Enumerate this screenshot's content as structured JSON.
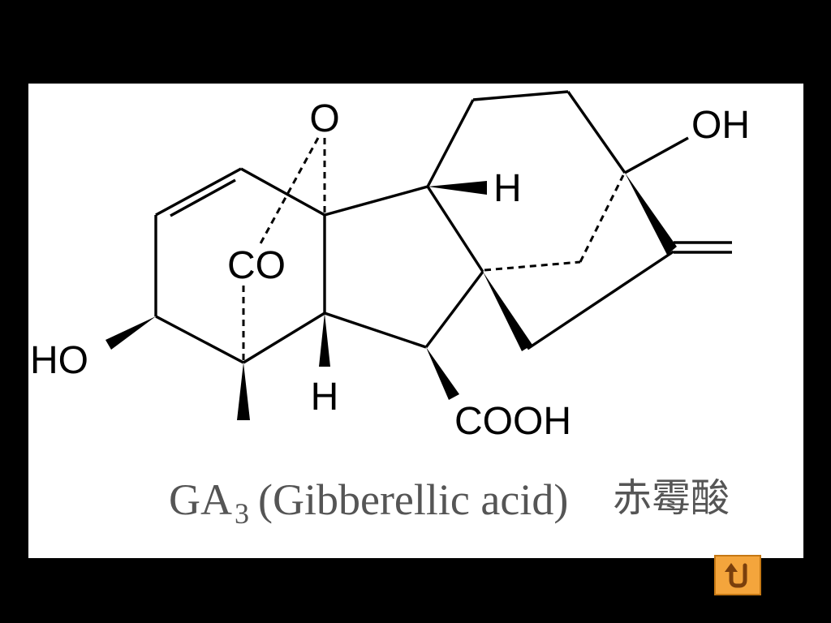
{
  "slide": {
    "background": "#000000",
    "panel_color": "#ffffff"
  },
  "structure": {
    "labels": {
      "o_bridge": "O",
      "oh_right": "OH",
      "h_top": "H",
      "co": "CO",
      "ho_left": "HO",
      "h_bottom": "H",
      "cooh": "COOH"
    }
  },
  "caption": {
    "name": "GA",
    "subscript": "3",
    "full_name": "(Gibberellic acid)",
    "chinese_name": "赤霉酸",
    "color": "#555555"
  },
  "nav": {
    "return_icon": "u-turn-return-icon",
    "button_color": "#f4a53c"
  }
}
